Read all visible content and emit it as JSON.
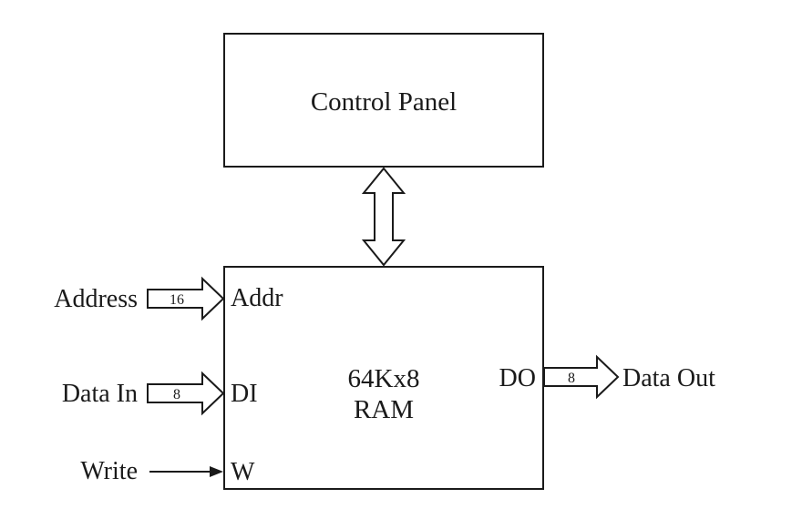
{
  "control_panel": {
    "label": "Control Panel"
  },
  "ram": {
    "title_line1": "64Kx8",
    "title_line2": "RAM",
    "port_addr": "Addr",
    "port_di": "DI",
    "port_w": "W",
    "port_do": "DO"
  },
  "signals": {
    "address": {
      "label": "Address",
      "width": "16"
    },
    "data_in": {
      "label": "Data In",
      "width": "8"
    },
    "write": {
      "label": "Write"
    },
    "data_out": {
      "label": "Data Out",
      "width": "8"
    }
  }
}
